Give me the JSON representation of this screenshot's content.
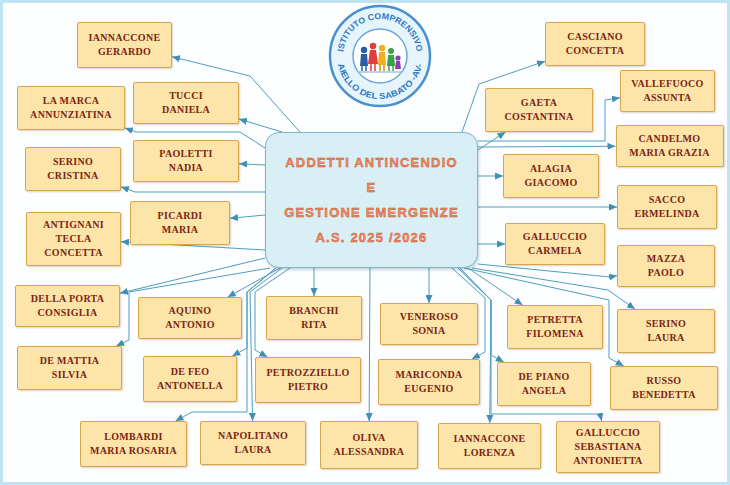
{
  "diagram": {
    "nodes": [
      {
        "text": [
          "ISTITUTO COMPRENSIVO",
          "AIELLO DEL SABATO -AV-"
        ]
      },
      {
        "text": [
          "IANNACCONE GERARDO"
        ]
      },
      {
        "text": [
          "CASCIANO CONCETTA"
        ]
      },
      {
        "text": [
          "TUCCI DANIELA"
        ]
      },
      {
        "text": [
          "LA MARCA ANNUNZIATINA"
        ]
      },
      {
        "text": [
          "GAETA COSTANTINA"
        ]
      },
      {
        "text": [
          "VALLEFUOCO ASSUNTA"
        ]
      },
      {
        "text": [
          "CANDELMO MARIA GRAZIA"
        ]
      },
      {
        "text": [
          "PAOLETTI NADIA"
        ]
      },
      {
        "text": [
          "SERINO CRISTINA"
        ]
      },
      {
        "text": [
          "ADDETTI ANTINCENDIO",
          "E",
          "GESTIONE EMERGENZE",
          "A.S. 2025 /2026"
        ]
      },
      {
        "text": [
          "ALAGIA GIACOMO"
        ]
      },
      {
        "text": [
          "SACCO ERMELINDA"
        ]
      },
      {
        "text": [
          "PICARDI MARIA"
        ]
      },
      {
        "text": [
          "ANTIGNANI TECLA CONCETTA"
        ]
      },
      {
        "text": [
          "GALLUCCIO CARMELA"
        ]
      },
      {
        "text": [
          "MAZZA PAOLO"
        ]
      },
      {
        "text": [
          "DELLA PORTA CONSIGLIA"
        ]
      },
      {
        "text": [
          "AQUINO ANTONIO"
        ]
      },
      {
        "text": [
          "BRANCHI RITA"
        ]
      },
      {
        "text": [
          "VENEROSO SONIA"
        ]
      },
      {
        "text": [
          "PETRETTA FILOMENA"
        ]
      },
      {
        "text": [
          "SERINO LAURA"
        ]
      },
      {
        "text": [
          "DE MATTIA SILVIA"
        ]
      },
      {
        "text": [
          "DE FEO ANTONELLA"
        ]
      },
      {
        "text": [
          "PETROZZIELLO PIETRO"
        ]
      },
      {
        "text": [
          "MARICONDA EUGENIO"
        ]
      },
      {
        "text": [
          "DE PIANO ANGELA"
        ]
      },
      {
        "text": [
          "RUSSO BENEDETTA"
        ]
      },
      {
        "text": [
          "LOMBARDI MARIA ROSARIA"
        ]
      },
      {
        "text": [
          "NAPOLITANO LAURA"
        ]
      },
      {
        "text": [
          "OLIVA ALESSANDRA"
        ]
      },
      {
        "text": [
          "IANNACCONE LORENZA"
        ]
      },
      {
        "text": [
          "GALLUCCIO SEBASTIANA ANTONIETTA"
        ]
      }
    ],
    "edges": [
      {
        "from": 10,
        "to": 1,
        "arrow": "to"
      },
      {
        "from": 10,
        "to": 2,
        "arrow": "to"
      },
      {
        "from": 10,
        "to": 3,
        "arrow": "to"
      },
      {
        "from": 10,
        "to": 4,
        "arrow": "to"
      },
      {
        "from": 10,
        "to": 5,
        "arrow": "to"
      },
      {
        "from": 10,
        "to": 6,
        "arrow": "to"
      },
      {
        "from": 10,
        "to": 7,
        "arrow": "to"
      },
      {
        "from": 10,
        "to": 8,
        "arrow": "to"
      },
      {
        "from": 10,
        "to": 9,
        "arrow": "to"
      },
      {
        "from": 10,
        "to": 11,
        "arrow": "to"
      },
      {
        "from": 10,
        "to": 12,
        "arrow": "to"
      },
      {
        "from": 10,
        "to": 13,
        "arrow": "to"
      },
      {
        "from": 10,
        "to": 14,
        "arrow": "to"
      },
      {
        "from": 10,
        "to": 15,
        "arrow": "to"
      },
      {
        "from": 10,
        "to": 16,
        "arrow": "to"
      },
      {
        "from": 10,
        "to": 17,
        "arrow": "to"
      },
      {
        "from": 10,
        "to": 18,
        "arrow": "to"
      },
      {
        "from": 10,
        "to": 19,
        "arrow": "to"
      },
      {
        "from": 10,
        "to": 20,
        "arrow": "to"
      },
      {
        "from": 10,
        "to": 21,
        "arrow": "to"
      },
      {
        "from": 10,
        "to": 22,
        "arrow": "to"
      },
      {
        "from": 10,
        "to": 23,
        "arrow": "to"
      },
      {
        "from": 10,
        "to": 24,
        "arrow": "to"
      },
      {
        "from": 10,
        "to": 25,
        "arrow": "to"
      },
      {
        "from": 10,
        "to": 26,
        "arrow": "to"
      },
      {
        "from": 10,
        "to": 27,
        "arrow": "to"
      },
      {
        "from": 10,
        "to": 28,
        "arrow": "to"
      },
      {
        "from": 10,
        "to": 29,
        "arrow": "to"
      },
      {
        "from": 10,
        "to": 30,
        "arrow": "to"
      },
      {
        "from": 10,
        "to": 31,
        "arrow": "to"
      },
      {
        "from": 10,
        "to": 32,
        "arrow": "to"
      },
      {
        "from": 10,
        "to": 33,
        "arrow": "to"
      }
    ]
  }
}
